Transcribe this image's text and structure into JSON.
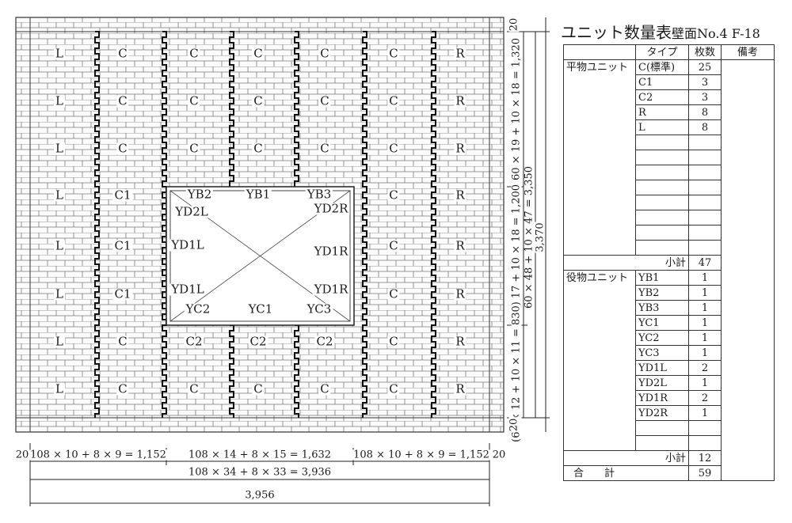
{
  "wall": {
    "columns": [
      {
        "labels": [
          "L",
          "L",
          "L",
          "L",
          "L",
          "L",
          "L",
          "L"
        ]
      },
      {
        "labels": [
          "C",
          "C",
          "C",
          "C1",
          "C1",
          "C1",
          "C",
          "C"
        ]
      },
      {
        "labels": [
          "C",
          "C",
          "C",
          "",
          "",
          "",
          "C2",
          "C"
        ]
      },
      {
        "labels": [
          "C",
          "C",
          "C",
          "",
          "",
          "",
          "C2",
          "C"
        ]
      },
      {
        "labels": [
          "C",
          "C",
          "C",
          "",
          "",
          "",
          "C2",
          "C"
        ]
      },
      {
        "labels": [
          "C",
          "C",
          "C",
          "C",
          "C",
          "C",
          "C",
          "C"
        ]
      },
      {
        "labels": [
          "R",
          "R",
          "R",
          "R",
          "R",
          "R",
          "R",
          "R"
        ]
      }
    ],
    "opening": {
      "top_labels": [
        "YB2",
        "YB1",
        "YB3"
      ],
      "bottom_labels": [
        "YC2",
        "YC1",
        "YC3"
      ],
      "left_labels": [
        "YD2L",
        "YD1L",
        "YD1L"
      ],
      "right_labels": [
        "YD2R",
        "YD1R",
        "YD1R"
      ]
    }
  },
  "dimensions": {
    "bottom_left": "108 × 10 + 8 × 9 = 1,152",
    "bottom_mid": "108 × 14 + 8 × 15 = 1,632",
    "bottom_right": "108 × 10 + 8 × 9 = 1,152",
    "edge_left": "20",
    "edge_right": "20",
    "bottom_total_inner": "108 × 34 + 8 × 33 = 3,936",
    "bottom_total": "3,956",
    "right_top_edge": "20",
    "right_bottom_edge": "20",
    "right_top": "60 × 19 + 10 × 18 = 1,320",
    "right_mid": "60 × 17 + 10 × 18 = 1,200",
    "right_bottom": "(60 × 12 + 10 × 11 = 830)",
    "right_inner_total": "60 × 48 + 10 × 47 = 3,350",
    "right_total": "3,370"
  },
  "table": {
    "title": "ユニット数量表",
    "subtitle": "壁面No.4 F-18",
    "headers": [
      "",
      "タイプ",
      "枚数",
      "備考"
    ],
    "flat_group": "平物ユニット",
    "flat_rows": [
      {
        "type": "C(標準)",
        "count": "25"
      },
      {
        "type": "C1",
        "count": "3"
      },
      {
        "type": "C2",
        "count": "3"
      },
      {
        "type": "R",
        "count": "8"
      },
      {
        "type": "L",
        "count": "8"
      }
    ],
    "flat_blank_rows": 8,
    "flat_subtotal_label": "小計",
    "flat_subtotal": "47",
    "special_group": "役物ユニット",
    "special_rows": [
      {
        "type": "YB1",
        "count": "1"
      },
      {
        "type": "YB2",
        "count": "1"
      },
      {
        "type": "YB3",
        "count": "1"
      },
      {
        "type": "YC1",
        "count": "1"
      },
      {
        "type": "YC2",
        "count": "1"
      },
      {
        "type": "YC3",
        "count": "1"
      },
      {
        "type": "YD1L",
        "count": "2"
      },
      {
        "type": "YD2L",
        "count": "1"
      },
      {
        "type": "YD1R",
        "count": "2"
      },
      {
        "type": "YD2R",
        "count": "1"
      }
    ],
    "special_blank_rows": 2,
    "special_subtotal_label": "小計",
    "special_subtotal": "12",
    "total_label": "合　　計",
    "total": "59"
  }
}
